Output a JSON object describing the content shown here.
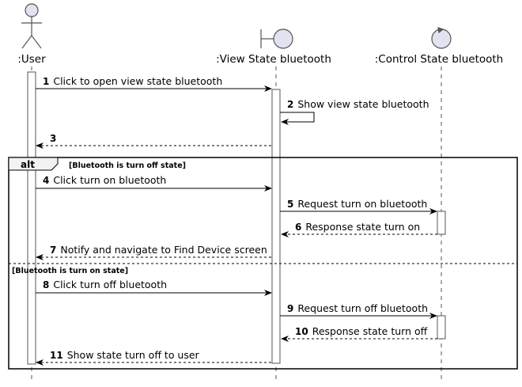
{
  "participants": {
    "user": ":User",
    "view": ":View State bluetooth",
    "control": ":Control State bluetooth"
  },
  "fragment": {
    "operator": "alt",
    "guard1": "[Bluetooth is turn off state]",
    "guard2": "[Bluetooth is turn on state]"
  },
  "messages": [
    {
      "num": "1",
      "label": "Click to open view state bluetooth"
    },
    {
      "num": "2",
      "label": "Show view state bluetooth"
    },
    {
      "num": "3",
      "label": ""
    },
    {
      "num": "4",
      "label": "Click turn on bluetooth"
    },
    {
      "num": "5",
      "label": "Request turn on bluetooth"
    },
    {
      "num": "6",
      "label": "Response state turn on"
    },
    {
      "num": "7",
      "label": "Notify and navigate to Find Device screen"
    },
    {
      "num": "8",
      "label": "Click turn off bluetooth"
    },
    {
      "num": "9",
      "label": "Request turn off bluetooth"
    },
    {
      "num": "10",
      "label": "Response state turn off"
    },
    {
      "num": "11",
      "label": "Show state turn off to user"
    }
  ]
}
